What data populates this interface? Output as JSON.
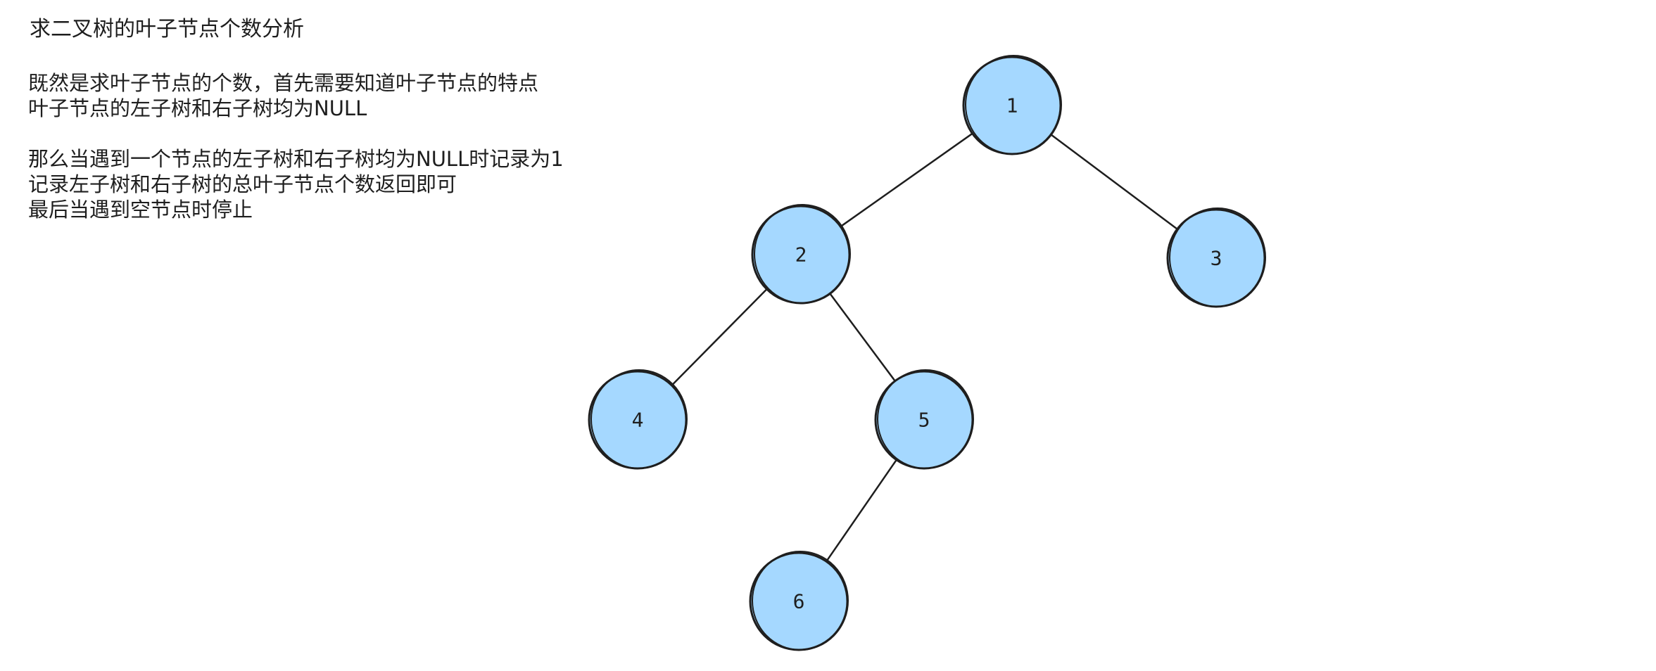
{
  "title": "求二叉树的叶子节点个数分析",
  "notes": {
    "para1": [
      "既然是求叶子节点的个数，首先需要知道叶子节点的特点",
      "叶子节点的左子树和右子树均为NULL"
    ],
    "para2": [
      "那么当遇到一个节点的左子树和右子树均为NULL时记录为1",
      "记录左子树和右子树的总叶子节点个数返回即可",
      "最后当遇到空节点时停止"
    ]
  },
  "tree": {
    "node_color": "#a5d8ff",
    "stroke_color": "#1e1e1e",
    "nodes": [
      {
        "id": "n1",
        "label": "1"
      },
      {
        "id": "n2",
        "label": "2"
      },
      {
        "id": "n3",
        "label": "3"
      },
      {
        "id": "n4",
        "label": "4"
      },
      {
        "id": "n5",
        "label": "5"
      },
      {
        "id": "n6",
        "label": "6"
      }
    ],
    "edges": [
      [
        "n1",
        "n2"
      ],
      [
        "n1",
        "n3"
      ],
      [
        "n2",
        "n4"
      ],
      [
        "n2",
        "n5"
      ],
      [
        "n5",
        "n6"
      ]
    ]
  }
}
